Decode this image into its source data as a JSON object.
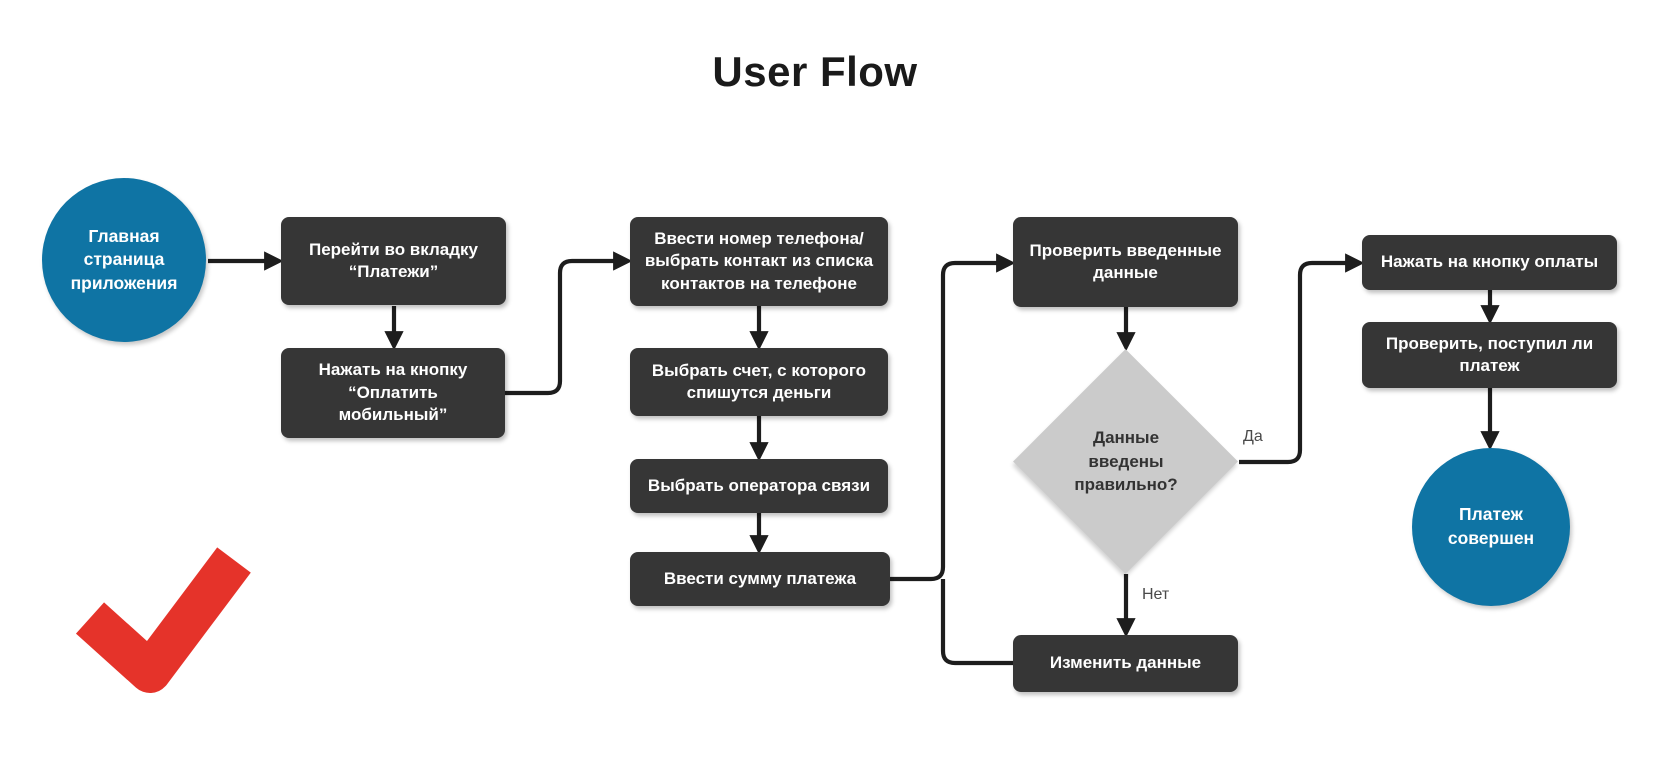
{
  "title": "User Flow",
  "nodes": {
    "start": {
      "label": "Главная\nстраница\nприложения"
    },
    "open_payments_tab": {
      "label": "Перейти во вкладку\n“Платежи”"
    },
    "press_pay_mobile": {
      "label": "Нажать на кнопку\n“Оплатить\nмобильный”"
    },
    "enter_phone": {
      "label": "Ввести номер телефона/\nвыбрать контакт из списка\nконтактов на телефоне"
    },
    "choose_account": {
      "label": "Выбрать счет, с которого\nспишутся деньги"
    },
    "choose_operator": {
      "label": "Выбрать оператора связи"
    },
    "enter_amount": {
      "label": "Ввести сумму платежа"
    },
    "verify_data": {
      "label": "Проверить введенные\nданные"
    },
    "decision": {
      "label": "Данные\nвведены\nправильно?"
    },
    "edit_data": {
      "label": "Изменить данные"
    },
    "press_pay_button": {
      "label": "Нажать на кнопку оплаты"
    },
    "check_payment_arrived": {
      "label": "Проверить, поступил ли\nплатеж"
    },
    "end": {
      "label": "Платеж\nсовершен"
    }
  },
  "edge_labels": {
    "yes": "Да",
    "no": "Нет"
  },
  "icons": {
    "bottom_left": "red-checkmark-icon"
  },
  "colors": {
    "background": "#FFFFFF",
    "terminal_blue": "#0F74A4",
    "step_dark": "#363636",
    "decision_gray": "#CBCBCB",
    "connector": "#1D1D1D",
    "title_text": "#1A1A1A",
    "node_text_light": "#FFFFFF",
    "decision_text": "#333333",
    "edge_label_text": "#4A4A4A",
    "checkmark_red": "#E5332A"
  }
}
